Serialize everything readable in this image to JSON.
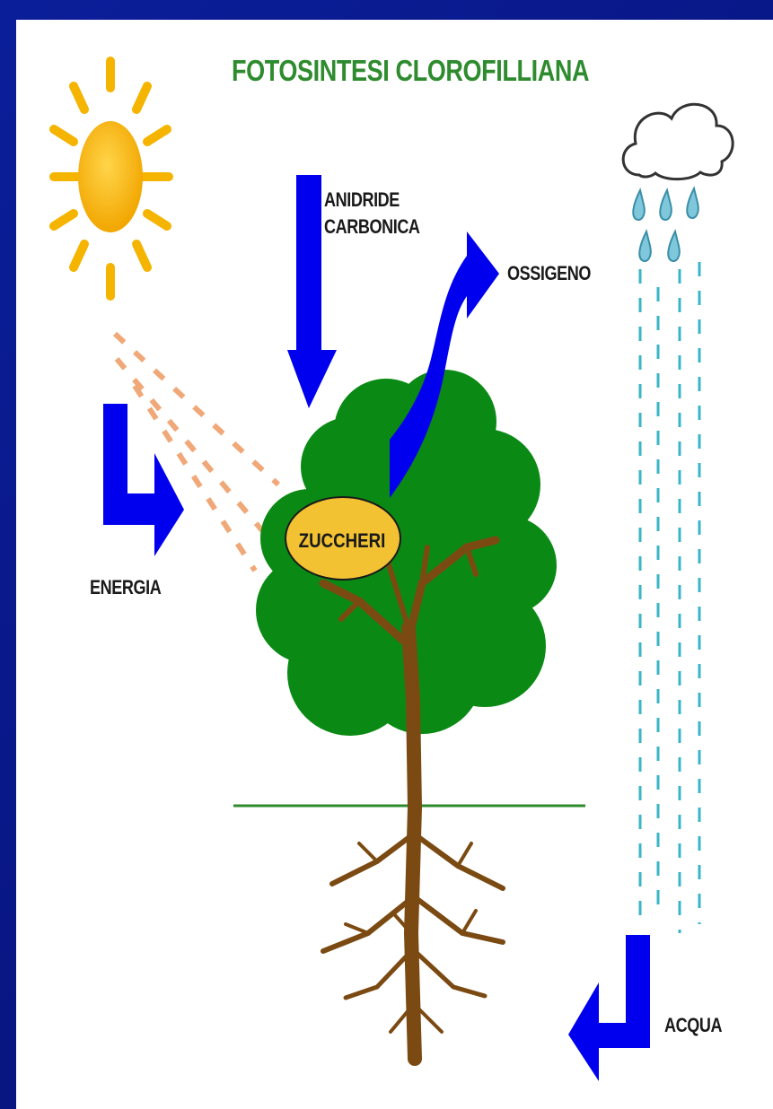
{
  "title": "FOTOSINTESI CLOROFILLIANA",
  "labels": {
    "carbon_dioxide_line1": "ANIDRIDE",
    "carbon_dioxide_line2": "CARBONICA",
    "oxygen": "OSSIGENO",
    "energy": "ENERGIA",
    "water": "ACQUA",
    "sugars": "ZUCCHERI"
  },
  "colors": {
    "frame": "#0b1e9a",
    "title": "#2e8b2e",
    "arrow": "#0000ee",
    "foliage": "#0a8a14",
    "trunk": "#7b4a12",
    "sun": "#f5b400",
    "rays": "#f0a878",
    "rain": "#3ab5c8",
    "sugar_bubble": "#f2c233",
    "ground": "#2e8b2e"
  },
  "icons": [
    "sun-icon",
    "cloud-icon",
    "rain-icon",
    "tree-icon"
  ]
}
